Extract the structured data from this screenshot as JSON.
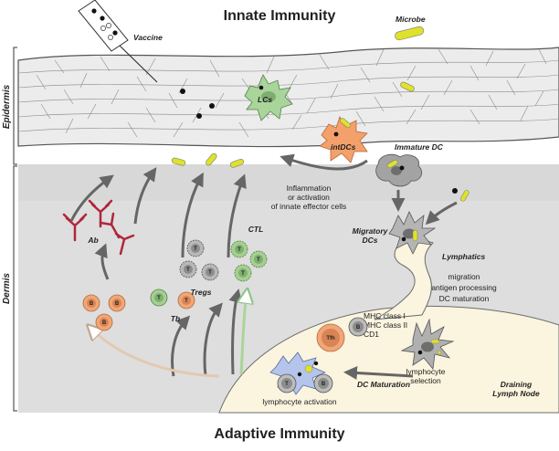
{
  "title_top": "Innate Immunity",
  "title_bottom": "Adaptive Immunity",
  "side_labels": {
    "epidermis": "Epidermis",
    "dermis": "Dermis"
  },
  "labels": {
    "vaccine": "Vaccine",
    "microbe": "Microbe",
    "lcs": "LCs",
    "intdcs": "intDCs",
    "immature_dc": "Immature DC",
    "inflammation_1": "Inflammation",
    "inflammation_2": "or activation",
    "inflammation_3": "of innate effector cells",
    "migratory_1": "Migratory",
    "migratory_2": "DCs",
    "lymphatics": "Lymphatics",
    "migration": "migration",
    "antigen_processing": "antigen processing",
    "dc_maturation_text": "DC maturation",
    "mhc1": "MHC class I",
    "mhc2": "MHC class II",
    "cd1": "CD1",
    "lymphocyte_1": "lymphocyte",
    "lymphocyte_2": "selection",
    "dc_maturation_arrow": "DC Maturation",
    "draining_1": "Draining",
    "draining_2": "Lymph Node",
    "lymphocyte_activation": "lymphocyte activation",
    "ab": "Ab",
    "th": "Th",
    "tregs": "Tregs",
    "ctl": "CTL",
    "tfh": "Tfh"
  },
  "cell_letters": {
    "b": "B",
    "t": "T"
  },
  "colors": {
    "epidermis": "#ececec",
    "dermis": "#dedede",
    "lymph_node": "#fbf4df",
    "microbe": "#dfe22a",
    "lc": "#a9d59a",
    "intdc": "#f3a06b",
    "bcell": "#f0a676",
    "tcell_green": "#a4d08f",
    "treg_grey": "#b8b8b8",
    "antibody": "#b0263a",
    "activation_dc": "#b4c4ea"
  }
}
